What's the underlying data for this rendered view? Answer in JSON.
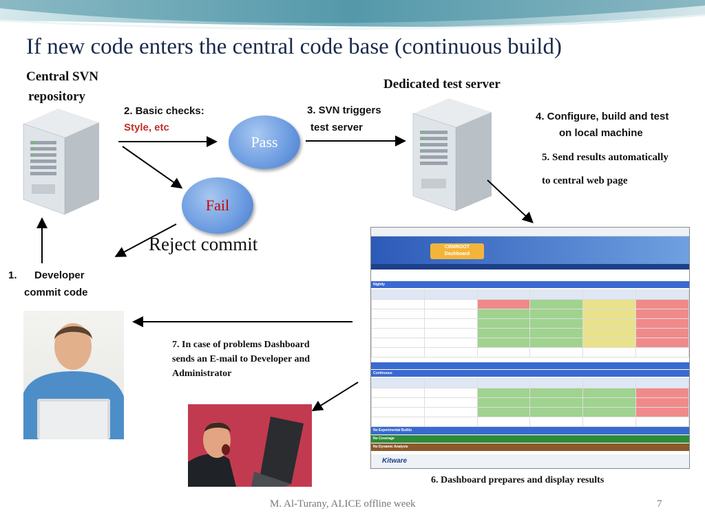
{
  "title": "If new code enters the central code base (continuous build)",
  "labels": {
    "central_svn": "Central SVN",
    "repository": "repository",
    "dedicated_server": "Dedicated test server",
    "basic_checks": "2. Basic checks:",
    "style_etc": "Style, etc",
    "svn_triggers": "3. SVN triggers",
    "test_server": "test server",
    "configure_build_1": "4. Configure, build and test",
    "configure_build_2": "on local machine",
    "send_results_1": "5. Send results automatically",
    "send_results_2": "to central web page",
    "pass": "Pass",
    "fail": "Fail",
    "reject_commit": "Reject commit",
    "developer_num": "1.",
    "developer_1": "Developer",
    "developer_2": "commit code",
    "problems_1": "7. In case of problems  Dashboard",
    "problems_2": "sends an E-mail to Developer and",
    "problems_3": "Administrator",
    "dashboard_prepares": "6. Dashboard prepares and display results"
  },
  "dashboard": {
    "logo_line1": "CBMROOT",
    "logo_line2": "Dashboard",
    "brand": "Kitware",
    "nightly": "Nightly",
    "continuous": "Continuous",
    "no_experimental": "No Experimental Builds",
    "no_coverage": "No Coverage",
    "no_dynamic": "No Dynamic Analysis"
  },
  "footer": {
    "author": "M. Al-Turany, ALICE offline week",
    "page": "7"
  },
  "colors": {
    "title": "#1a2a4a",
    "fail_text": "#cc0000",
    "style_text": "#c0302a",
    "dash_blue": "#3a6ad0",
    "dash_green": "#2e8b3a",
    "dash_brown": "#8b5a2b"
  }
}
